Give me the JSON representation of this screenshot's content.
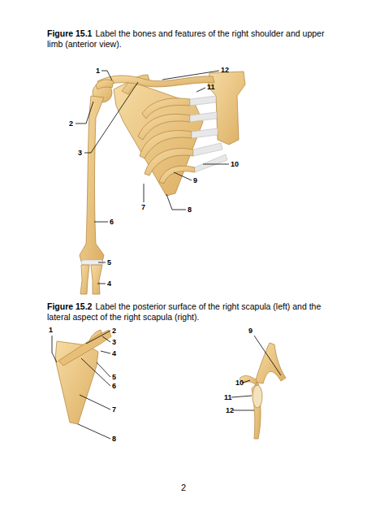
{
  "diagram": {
    "labels": [
      "Figure 15.1",
      "Label the bones and features of the right shoulder and upper limb (anterior view).",
      "1",
      "2",
      "3",
      "4",
      "5",
      "6",
      "7",
      "8",
      "9",
      "10",
      "11",
      "12",
      "Figure 15.2",
      "Label the posterior surface of the right scapula (left) and the lateral aspect of the right scapula (right).",
      "1",
      "2",
      "3",
      "4",
      "5",
      "6",
      "7",
      "8",
      "9",
      "10",
      "11",
      "12",
      "2"
    ]
  }
}
